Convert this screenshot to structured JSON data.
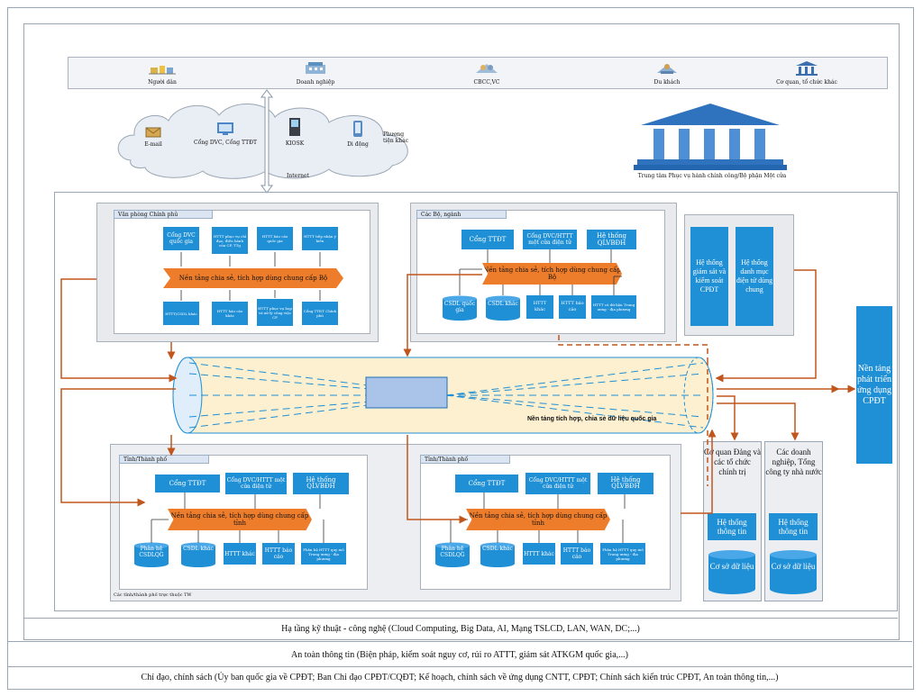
{
  "users": [
    {
      "label": "Người dân",
      "icon": "people-icon"
    },
    {
      "label": "Doanh nghiệp",
      "icon": "building-icon"
    },
    {
      "label": "CBCC,VC",
      "icon": "officials-icon"
    },
    {
      "label": "Du khách",
      "icon": "tourist-icon"
    },
    {
      "label": "Cơ quan, tổ chức khác",
      "icon": "institution-icon"
    }
  ],
  "channels": {
    "email": "E-mail",
    "portal": "Cổng DVC, Cổng TTĐT",
    "kiosk": "KIOSK",
    "mobile": "Di động",
    "other": "Phương tiện khác",
    "internet": "Internet"
  },
  "service_center": "Trung tâm Phục vụ hành chính công/Bộ phận Một cửa",
  "government_office": {
    "title": "Văn phòng Chính phủ",
    "top": [
      "Cổng DVC quốc gia",
      "HTTT phục vụ chỉ đạo, điều hành của CP, TTg",
      "HTTT báo cáo quốc gia",
      "HTTT tiếp nhận ý kiến"
    ],
    "platform": "Nền tảng chia sẻ, tích hợp dùng chung cấp Bộ",
    "bottom": [
      "HTTT/CSDL khác",
      "HTTT báo cáo khác",
      "HTTT phục vụ họp và xử lý công việc CP",
      "Cổng TTĐT Chính phủ"
    ]
  },
  "ministries": {
    "title": "Các Bộ, ngành",
    "top": [
      "Cổng TTĐT",
      "Cổng DVC/HTTT một cửa điện tử",
      "Hệ thống QLVBĐH"
    ],
    "platform": "Nền tảng chia sẻ, tích hợp dùng chung cấp Bộ",
    "bottom": [
      "CSDL quốc gia",
      "CSDL khác",
      "HTTT khác",
      "HTTT báo cáo",
      "HTTT có dữ liệu Trung ương - địa phương"
    ]
  },
  "monitoring": [
    "Hệ thống giám sát và kiểm soát CPĐT",
    "Hệ thống danh mục điện tử dùng chung"
  ],
  "national_platform": "Nền tảng tích hợp, chia sẻ dữ liệu quốc gia",
  "app_platform": "Nền tảng phát triển ứng dụng CPĐT",
  "provinces": [
    {
      "title": "Tỉnh/Thành phố",
      "top": [
        "Cổng TTĐT",
        "Cổng DVC/HTTT một cửa điện tử",
        "Hệ thống QLVBĐH"
      ],
      "platform": "Nền tảng chia sẻ, tích hợp dùng chung cấp tỉnh",
      "bottom": [
        "Phân hệ CSDLQG",
        "CSDL khác",
        "HTTT khác",
        "HTTT báo cáo",
        "Phân hệ HTTT quy mô Trung ương - địa phương"
      ]
    },
    {
      "title": "Tỉnh/Thành phố",
      "top": [
        "Cổng TTĐT",
        "Cổng DVC/HTTT một cửa điện tử",
        "Hệ thống QLVBĐH"
      ],
      "platform": "Nền tảng chia sẻ, tích hợp dùng chung cấp tỉnh",
      "bottom": [
        "Phân hệ CSDLQG",
        "CSDL khác",
        "HTTT khác",
        "HTTT báo cáo",
        "Phân hệ HTTT quy mô Trung ương - địa phương"
      ]
    }
  ],
  "province_footer": "Các tỉnh/thành phố trực thuộc TW",
  "party": {
    "title": "Cơ quan Đảng và các tổ chức chính trị",
    "system": "Hệ thống thông tin",
    "db": "Cơ sở dữ liệu"
  },
  "enterprises": {
    "title": "Các doanh nghiệp, Tổng công ty nhà nước",
    "system": "Hệ thống thông tin",
    "db": "Cơ sở dữ liệu"
  },
  "infrastructure": "Hạ tầng kỹ thuật - công nghệ (Cloud Computing, Big Data, AI, Mạng TSLCD, LAN, WAN, DC;...)",
  "security": "An toàn thông tin (Biện pháp, kiểm soát nguy cơ, rủi ro ATTT, giám sát ATKGM quốc gia,...)",
  "policy": "Chỉ đạo, chính sách (Ủy ban quốc gia về CPĐT; Ban Chỉ đạo CPĐT/CQĐT; Kế hoạch, chính sách về ứng dụng CNTT, CPĐT; Chính sách kiến trúc CPĐT, An toàn thông tin,...)",
  "colors": {
    "blue": "#1f8fd6",
    "orange": "#ee7d2b",
    "arrow": "#c0561c",
    "pipe": "#fdf0d0"
  }
}
